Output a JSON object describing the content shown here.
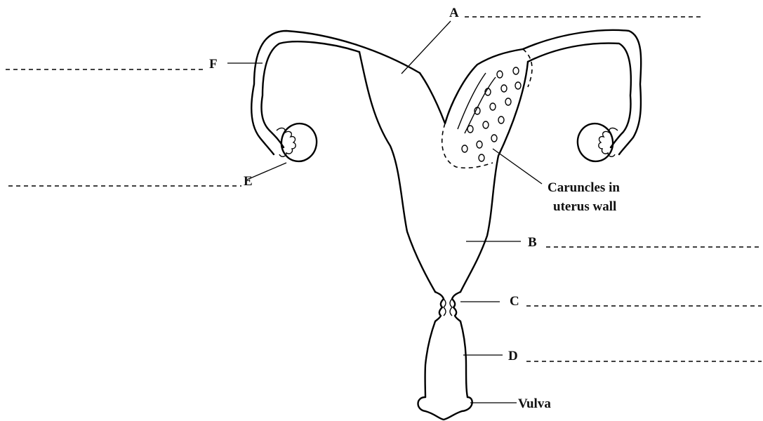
{
  "labels": {
    "a": "A",
    "b": "B",
    "c": "C",
    "d": "D",
    "e": "E",
    "f": "F",
    "caruncles_line1": "Caruncles in",
    "caruncles_line2": "uterus wall",
    "vulva": "Vulva"
  }
}
